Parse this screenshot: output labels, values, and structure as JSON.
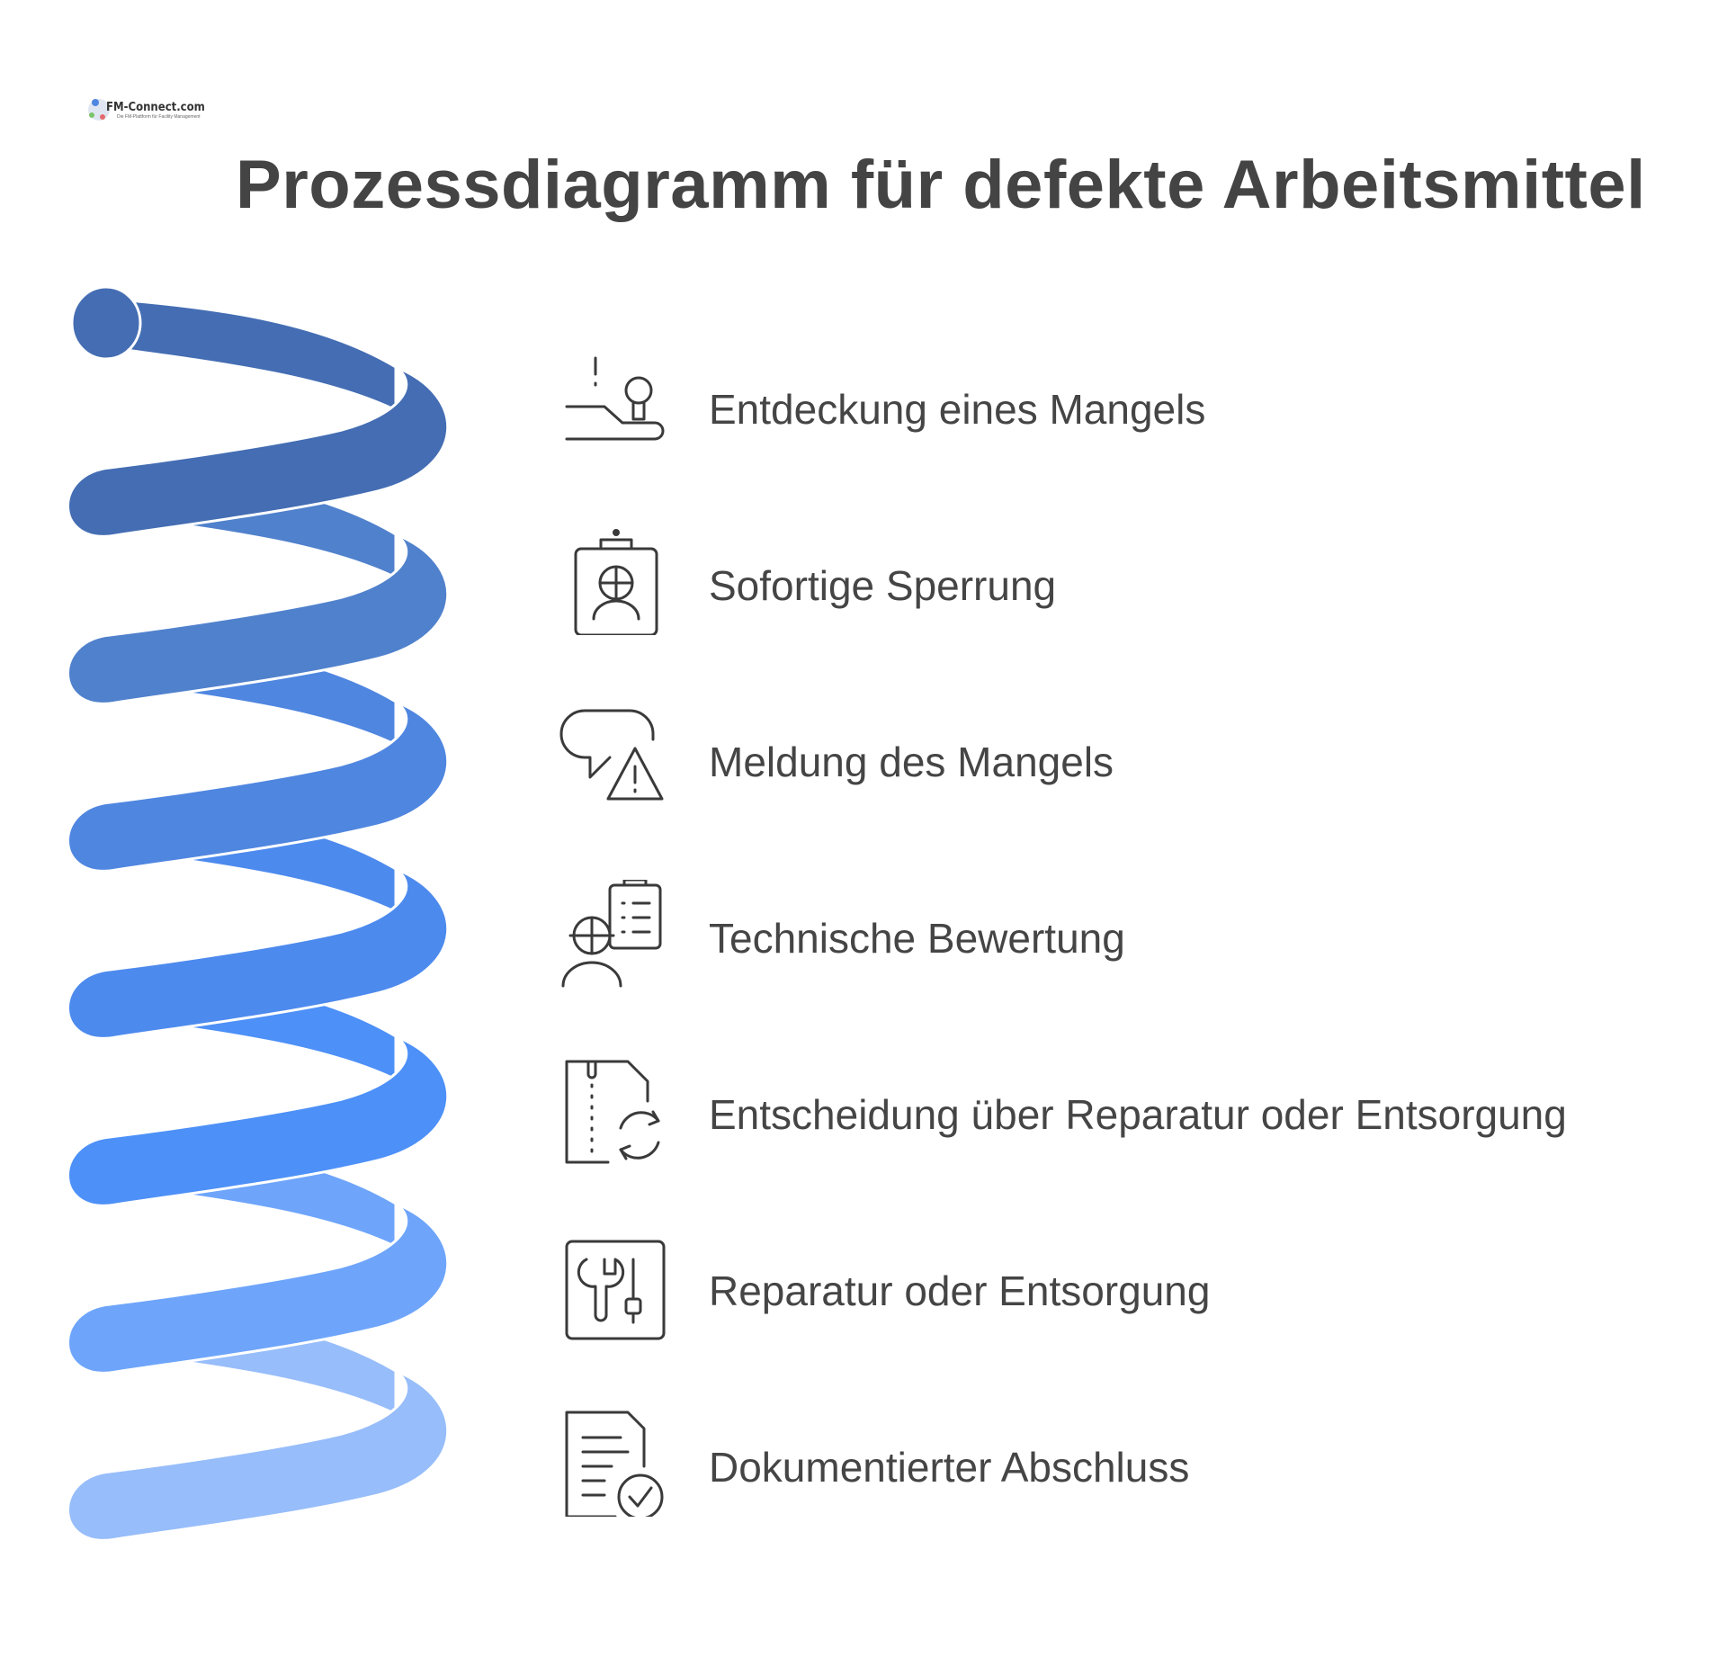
{
  "logo": {
    "text": "FM-Connect.com",
    "subtext": "Die FM-Plattform für Facility Management"
  },
  "title": "Prozessdiagramm für defekte Arbeitsmittel",
  "colors": {
    "text": "#454545",
    "title": "#444444",
    "icon_stroke": "#3a3a3a",
    "spiral": [
      "#446db3",
      "#5081cc",
      "#4f86e0",
      "#4d8aee",
      "#4d90f7",
      "#6ea5fb",
      "#97bdfa"
    ]
  },
  "steps": [
    {
      "label": "Entdeckung eines Mangels",
      "icon": "detection-icon"
    },
    {
      "label": "Sofortige Sperrung",
      "icon": "lock-badge-icon"
    },
    {
      "label": "Meldung des Mangels",
      "icon": "warning-chat-icon"
    },
    {
      "label": "Technische Bewertung",
      "icon": "technician-checklist-icon"
    },
    {
      "label": "Entscheidung über Reparatur oder Entsorgung",
      "icon": "document-cycle-icon"
    },
    {
      "label": "Reparatur oder Entsorgung",
      "icon": "tools-icon"
    },
    {
      "label": "Dokumentierter Abschluss",
      "icon": "document-check-icon"
    }
  ]
}
